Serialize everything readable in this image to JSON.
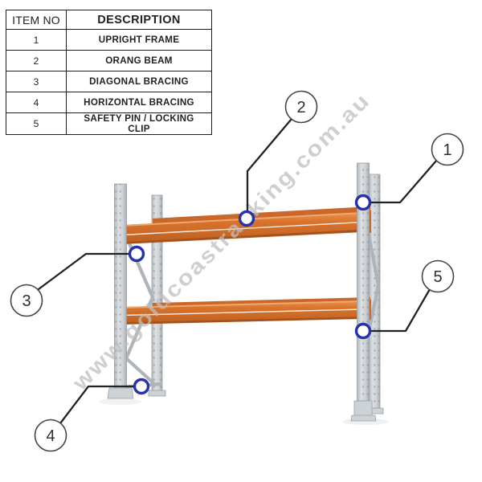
{
  "table": {
    "headers": {
      "item_no": "ITEM NO",
      "description": "DESCRIPTION"
    },
    "rows": [
      {
        "item": "1",
        "description": "UPRIGHT FRAME"
      },
      {
        "item": "2",
        "description": "ORANG BEAM"
      },
      {
        "item": "3",
        "description": "DIAGONAL BRACING"
      },
      {
        "item": "4",
        "description": "HORIZONTAL BRACING"
      },
      {
        "item": "5",
        "description": "SAFETY PIN / LOCKING CLIP"
      }
    ]
  },
  "callouts": [
    {
      "label": "1",
      "target": "upright frame (right post)"
    },
    {
      "label": "2",
      "target": "orange beam (upper level)"
    },
    {
      "label": "3",
      "target": "diagonal bracing (left frame)"
    },
    {
      "label": "4",
      "target": "horizontal bracing (frame bottom)"
    },
    {
      "label": "5",
      "target": "safety pin / locking clip (beam connector)"
    }
  ],
  "watermark": {
    "text": "www.goldcoastracking.com.au"
  },
  "colors": {
    "beam_orange": "#d9732c",
    "beam_orange_dark": "#c9682a",
    "beam_shadow": "#a2521e",
    "post_gray": "#ccd1d5",
    "callout_ring_blue": "#2733a8",
    "callout_line_black": "#222222",
    "watermark_gray": "#bfbfbf",
    "table_border": "#1d1d1d"
  }
}
